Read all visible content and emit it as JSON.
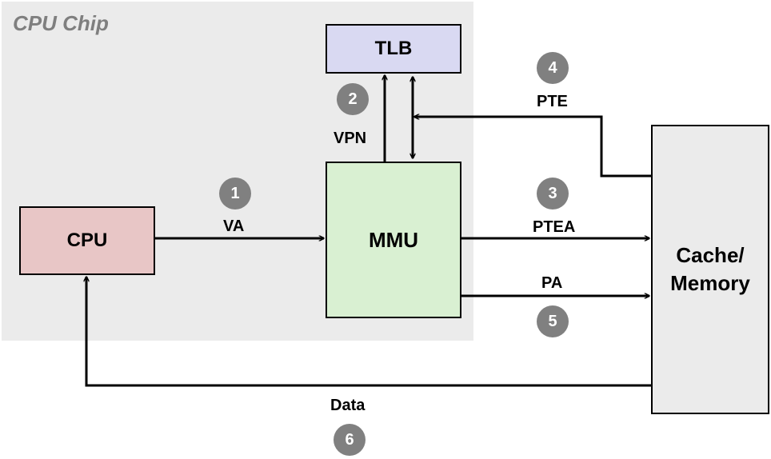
{
  "chip": {
    "title": "CPU Chip"
  },
  "blocks": {
    "cpu": "CPU",
    "tlb": "TLB",
    "mmu": "MMU",
    "memory": "Cache/\nMemory"
  },
  "edges": {
    "va": "VA",
    "vpn": "VPN",
    "pte": "PTE",
    "ptea": "PTEA",
    "pa": "PA",
    "data": "Data"
  },
  "steps": [
    "1",
    "2",
    "3",
    "4",
    "5",
    "6"
  ],
  "colors": {
    "chip": "#ebebeb",
    "cpu": "#e8c6c6",
    "tlb": "#d9d9f2",
    "mmu": "#d9f0d2",
    "memory": "#ebebeb",
    "step_badge": "#808080"
  }
}
